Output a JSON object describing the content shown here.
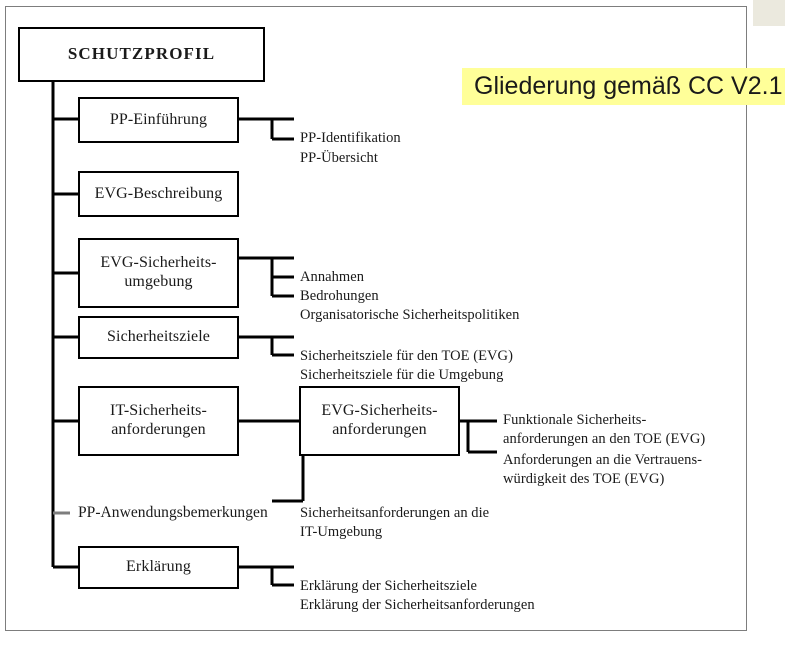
{
  "figure": {
    "caption": "Gliederung gemäß CC V2.1",
    "caption_background": "#ffff99",
    "frame_color": "#7d7d7d",
    "corner_block_color": "#ebe9de"
  },
  "nodes": {
    "root": {
      "label": "SCHUTZPROFIL"
    },
    "pp_einfuehrung": {
      "label": "PP-Einführung"
    },
    "evg_beschreibung": {
      "label": "EVG-Beschreibung"
    },
    "evg_sicherheitsumgebung": {
      "label": "EVG-Sicherheits-\numgebung"
    },
    "sicherheitsziele": {
      "label": "Sicherheitsziele"
    },
    "it_sicherheitsanforderungen": {
      "label": "IT-Sicherheits-\nanforderungen"
    },
    "evg_sicherheitsanforderungen": {
      "label": "EVG-Sicherheits-\nanforderungen"
    },
    "pp_anwendungsbemerkungen": {
      "label": "PP-Anwendungsbemerkungen"
    },
    "erklaerung": {
      "label": "Erklärung"
    }
  },
  "leaves": {
    "pp_identifikation": {
      "label": "PP-Identifikation"
    },
    "pp_uebersicht": {
      "label": "PP-Übersicht"
    },
    "annahmen": {
      "label": "Annahmen"
    },
    "bedrohungen": {
      "label": "Bedrohungen"
    },
    "org_sicherheitspolitiken": {
      "label": "Organisatorische Sicherheitspolitiken"
    },
    "ziele_toe": {
      "label": "Sicherheitsziele für den TOE (EVG)"
    },
    "ziele_umgebung": {
      "label": "Sicherheitsziele für die Umgebung"
    },
    "funktionale_anforderungen": {
      "label": "Funktionale Sicherheits-\nanforderungen an den TOE (EVG)"
    },
    "vertrauenswuerdigkeit": {
      "label": "Anforderungen an die Vertrauens-\nwürdigkeit des TOE (EVG)"
    },
    "anforderungen_it_umgebung": {
      "label": "Sicherheitsanforderungen an die\nIT-Umgebung"
    },
    "erklaerung_ziele": {
      "label": "Erklärung der Sicherheitsziele"
    },
    "erklaerung_anforderungen": {
      "label": "Erklärung der Sicherheitsanforderungen"
    }
  }
}
